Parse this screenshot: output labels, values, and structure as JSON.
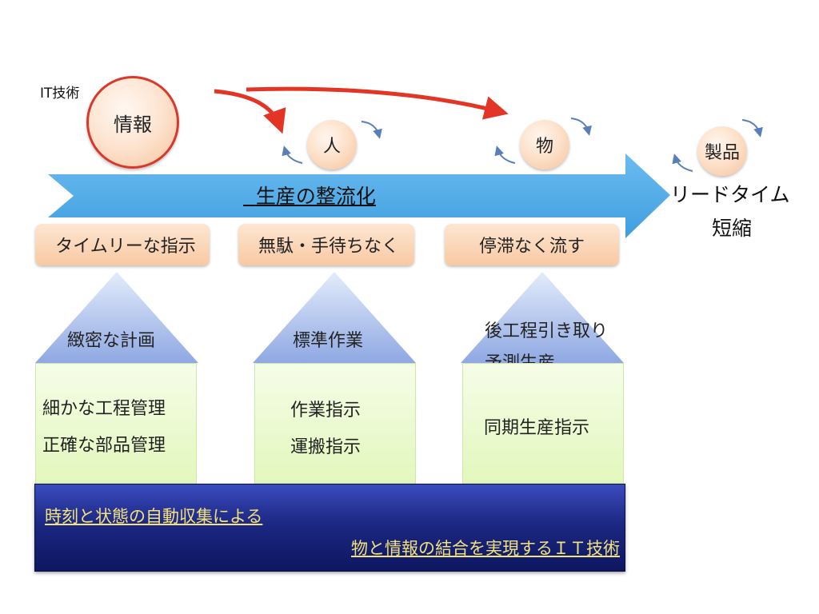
{
  "top": {
    "it_label": "IT技術",
    "info_label": "情報",
    "flow": [
      {
        "label": "人"
      },
      {
        "label": "物"
      },
      {
        "label": "製品"
      }
    ]
  },
  "arrow_label": "生産の整流化",
  "result": {
    "line1": "リードタイム",
    "line2": "短縮"
  },
  "goals": [
    "タイムリーな指示",
    "無駄・手待ちなく",
    "停滞なく流す"
  ],
  "pillars": [
    {
      "roof": "緻密な計画",
      "lines": [
        "細かな工程管理",
        "正確な部品管理"
      ]
    },
    {
      "roof": "標準作業",
      "lines": [
        "作業指示",
        "運搬指示"
      ]
    },
    {
      "roof_lines": [
        "後工程引き取り",
        "予測生産"
      ],
      "lines": [
        "同期生産指示"
      ]
    }
  ],
  "foundation": {
    "line1": "時刻と状態の自動収集による",
    "line2": "物と情報の結合を実現するＩＴ技術"
  },
  "colors": {
    "main_arrow": "#56ace6",
    "red_arrow": "#e33526",
    "roof": "#8fa8e3",
    "foundation": "#1c2883",
    "foundation_text": "#f3e27a"
  }
}
